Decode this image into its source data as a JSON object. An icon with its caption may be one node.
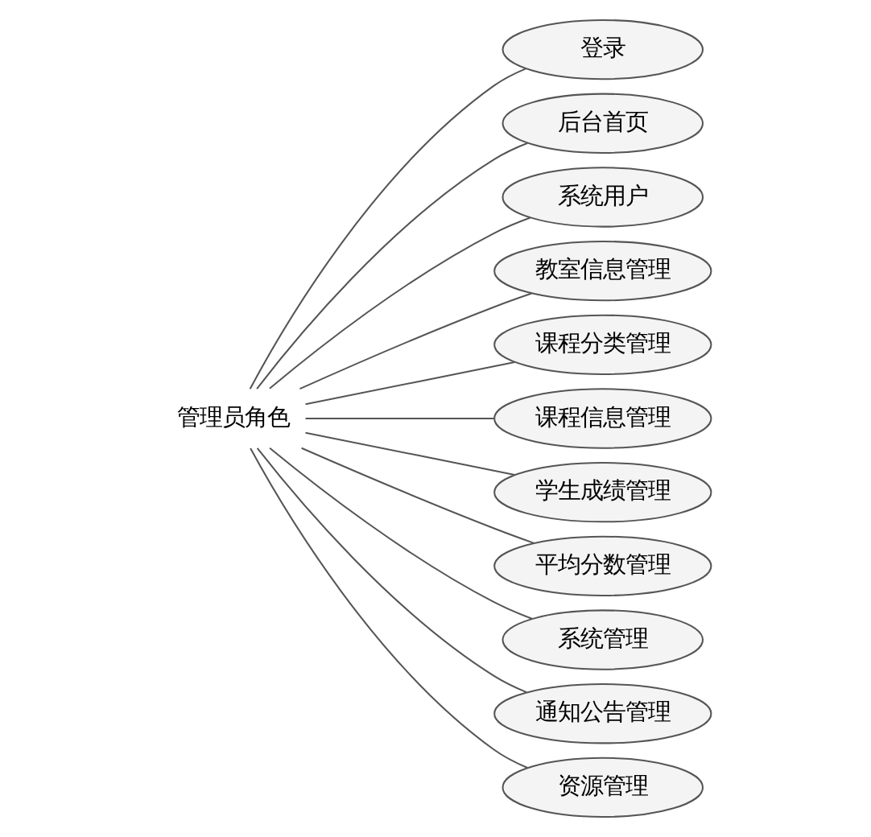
{
  "diagram": {
    "nodes": [
      {
        "text": [
          "管理员角色"
        ]
      },
      {
        "text": [
          "登录"
        ]
      },
      {
        "text": [
          "后台首页"
        ]
      },
      {
        "text": [
          "系统用户"
        ]
      },
      {
        "text": [
          "教室信息管理"
        ]
      },
      {
        "text": [
          "课程分类管理"
        ]
      },
      {
        "text": [
          "课程信息管理"
        ]
      },
      {
        "text": [
          "学生成绩管理"
        ]
      },
      {
        "text": [
          "平均分数管理"
        ]
      },
      {
        "text": [
          "系统管理"
        ]
      },
      {
        "text": [
          "通知公告管理"
        ]
      },
      {
        "text": [
          "资源管理"
        ]
      }
    ],
    "edges": [
      {
        "from": 0,
        "to": 1,
        "arrow": "none"
      },
      {
        "from": 0,
        "to": 2,
        "arrow": "none"
      },
      {
        "from": 0,
        "to": 3,
        "arrow": "none"
      },
      {
        "from": 0,
        "to": 4,
        "arrow": "none"
      },
      {
        "from": 0,
        "to": 5,
        "arrow": "none"
      },
      {
        "from": 0,
        "to": 6,
        "arrow": "none"
      },
      {
        "from": 0,
        "to": 7,
        "arrow": "none"
      },
      {
        "from": 0,
        "to": 8,
        "arrow": "none"
      },
      {
        "from": 0,
        "to": 9,
        "arrow": "none"
      },
      {
        "from": 0,
        "to": 10,
        "arrow": "none"
      },
      {
        "from": 0,
        "to": 11,
        "arrow": "none"
      }
    ]
  }
}
